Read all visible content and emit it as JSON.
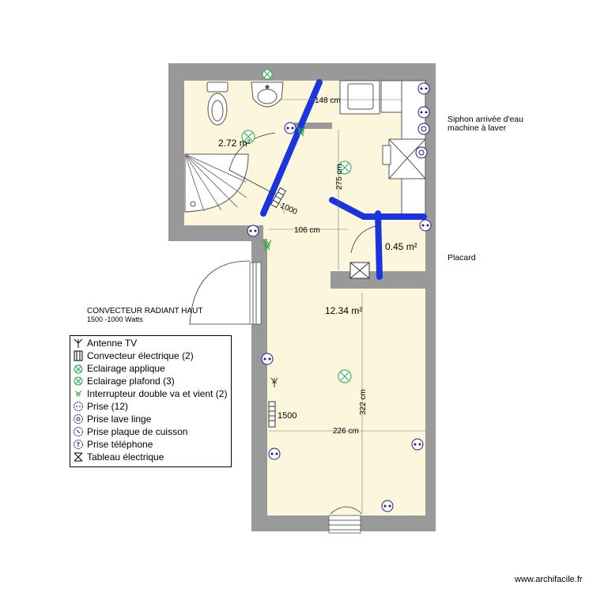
{
  "rooms": {
    "bathroom": {
      "area": "2.72 m²"
    },
    "closet": {
      "area": "0.45 m²"
    },
    "main": {
      "area": "12.34 m²"
    }
  },
  "dimensions": {
    "top_width": "148 cm",
    "kitchen_height": "275 cm",
    "hall_width": "106 cm",
    "door_size": "1000",
    "main_height": "322 cm",
    "main_width": "226 cm"
  },
  "labels": {
    "siphon": "Siphon arrivée d'eau machine à laver",
    "closet": "Placard",
    "convector_title": "CONVECTEUR RADIANT HAUT",
    "convector_power": "1500 -1000 Watts",
    "heater_power": "1500"
  },
  "legend": [
    {
      "icon": "antenna-icon",
      "label": "Antenne TV"
    },
    {
      "icon": "convector-icon",
      "label": "Convecteur électrique (2)"
    },
    {
      "icon": "wall-light-icon",
      "label": "Eclairage applique"
    },
    {
      "icon": "ceiling-light-icon",
      "label": "Eclairage plafond (3)"
    },
    {
      "icon": "switch-icon",
      "label": "Interrupteur double va et vient (2)"
    },
    {
      "icon": "socket-icon",
      "label": "Prise (12)"
    },
    {
      "icon": "washer-socket-icon",
      "label": "Prise lave linge"
    },
    {
      "icon": "cooktop-socket-icon",
      "label": "Prise plaque de cuisson"
    },
    {
      "icon": "phone-socket-icon",
      "label": "Prise téléphone"
    },
    {
      "icon": "electric-panel-icon",
      "label": "Tableau électrique"
    }
  ],
  "watermark": "www.archifacile.fr",
  "colors": {
    "wall": "#999999",
    "floor": "#fbf6dc",
    "pipe": "#1a35e0",
    "light": "#22aa44",
    "socket": "#1a1a9a"
  }
}
